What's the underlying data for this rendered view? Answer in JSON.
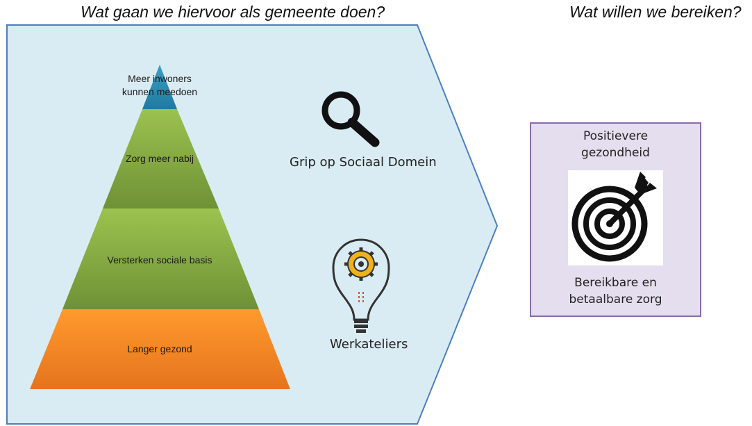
{
  "headings": {
    "left": "Wat gaan we hiervoor als gemeente doen?",
    "right": "Wat willen we bereiken?"
  },
  "pyramid": {
    "tiers": [
      {
        "label_line1": "Meer inwoners",
        "label_line2": "kunnen meedoen",
        "color": "#2e8fb0"
      },
      {
        "label": "Zorg meer nabij",
        "color": "#86aa42"
      },
      {
        "label": "Versterken sociale basis",
        "color": "#86aa42"
      },
      {
        "label": "Langer gezond",
        "color": "#f58a1f"
      }
    ]
  },
  "instruments": {
    "grip_label": "Grip op Sociaal Domein",
    "grip_icon": "magnifier-icon",
    "werkateliers_label": "Werkateliers",
    "werkateliers_icon": "lightbulb-gear-icon"
  },
  "goal": {
    "line1": "Positievere",
    "line2": "gezondheid",
    "line3": "Bereikbare en",
    "line4": "betaalbare zorg",
    "icon": "target-arrow-icon"
  },
  "colors": {
    "arrow_fill": "#daecf3",
    "arrow_stroke": "#4a7fc0",
    "goal_fill": "#e5deee",
    "goal_stroke": "#8a6aaa"
  }
}
